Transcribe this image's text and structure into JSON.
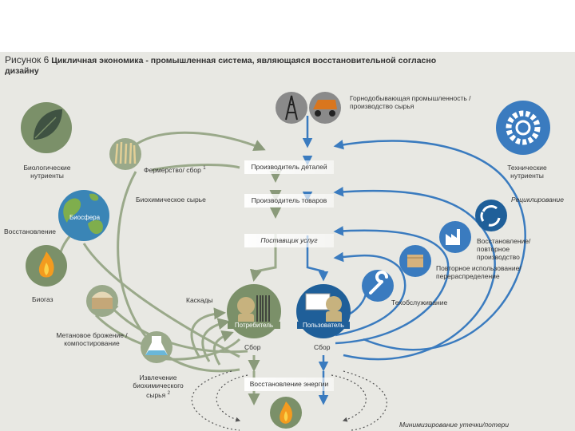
{
  "title": {
    "number": "Рисунок 6",
    "text": "Цикличная экономика -  промышленная система, являющаяся восстановительной согласно дизайну"
  },
  "center": {
    "parts_maker": "Производитель деталей",
    "product_maker": "Производитель товаров",
    "service_provider": "Поставщик услуг",
    "energy_recovery": "Восстановление энергии"
  },
  "left": {
    "biological_nutrients": "Биологические нутриенты",
    "farming": "Фермерство/ сбор",
    "farming_sup": "1",
    "biochemical_feedstock": "Биохимическое сырье",
    "biosphere": "Биосфера",
    "restoration": "Восстановление",
    "biogas": "Биогаз",
    "anaerobic": "Метановое брожение / компостирование",
    "extraction": "Извлечение биохимического сырья",
    "extraction_sup": "2",
    "cascades": "Каскады",
    "consumer": "Потребитель",
    "collection_left": "Сбор"
  },
  "right": {
    "mining": "Горнодобывающая промышленность / производство сырья",
    "technical_nutrients": "Технические нутриенты",
    "recycling": "Рециклирование",
    "refurbish": "Восстановление/ повторное производство",
    "reuse": "Повторное использование/ перераспределение",
    "maintenance": "Техобслуживание",
    "user": "Пользователь",
    "collection_right": "Сбор",
    "leakage": "Минимизирование утечки/потери"
  },
  "colors": {
    "bio_green": "#7b9069",
    "tech_blue": "#3a7bbf",
    "background": "#e8e8e3"
  }
}
